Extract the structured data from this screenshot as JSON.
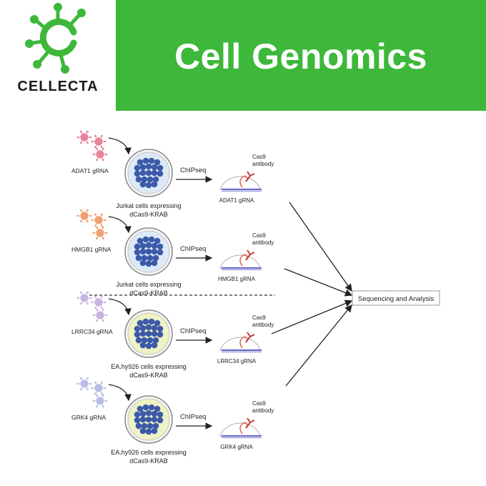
{
  "header": {
    "logo_text": "CELLECTA",
    "title": "Cell Genomics"
  },
  "colors": {
    "brand_green": "#3db83a",
    "row1_virus": "#e8849a",
    "row2_virus": "#f0a070",
    "row3_virus": "#c9b3e0",
    "row4_virus": "#b9bde6",
    "cell_fill_jurkat": "#dde9f7",
    "cell_fill_ea": "#eef2c4",
    "nucleus": "#3c5aa8"
  },
  "diagram": {
    "rows": [
      {
        "grna_label": "ADAT1 gRNA",
        "method": "ChIPseq",
        "cell_line_1": "Jurkat cells expressing",
        "cell_line_2": "dCas9-KRAB",
        "antibody_1": "Cas9",
        "antibody_2": "antibody",
        "result_label": "ADAT1 gRNA"
      },
      {
        "grna_label": "HMGB1 gRNA",
        "method": "ChIPseq",
        "cell_line_1": "Jurkat cells expressing",
        "cell_line_2": "dCas9-KRAB",
        "antibody_1": "Cas9",
        "antibody_2": "antibody",
        "result_label": "HMGB1 gRNA"
      },
      {
        "grna_label": "LRRC34 gRNA",
        "method": "ChIPseq",
        "cell_line_1": "EA.hy926 cells expressing",
        "cell_line_2": "dCas9-KRAB",
        "antibody_1": "Cas9",
        "antibody_2": "antibody",
        "result_label": "LRRC34 gRNA"
      },
      {
        "grna_label": "GRK4 gRNA",
        "method": "ChIPseq",
        "cell_line_1": "EA.hy926 cells expressing",
        "cell_line_2": "dCas9-KRAB",
        "antibody_1": "Cas9",
        "antibody_2": "antibody",
        "result_label": "GRK4 gRNA"
      }
    ],
    "output_label": "Sequencing and Analysis"
  }
}
